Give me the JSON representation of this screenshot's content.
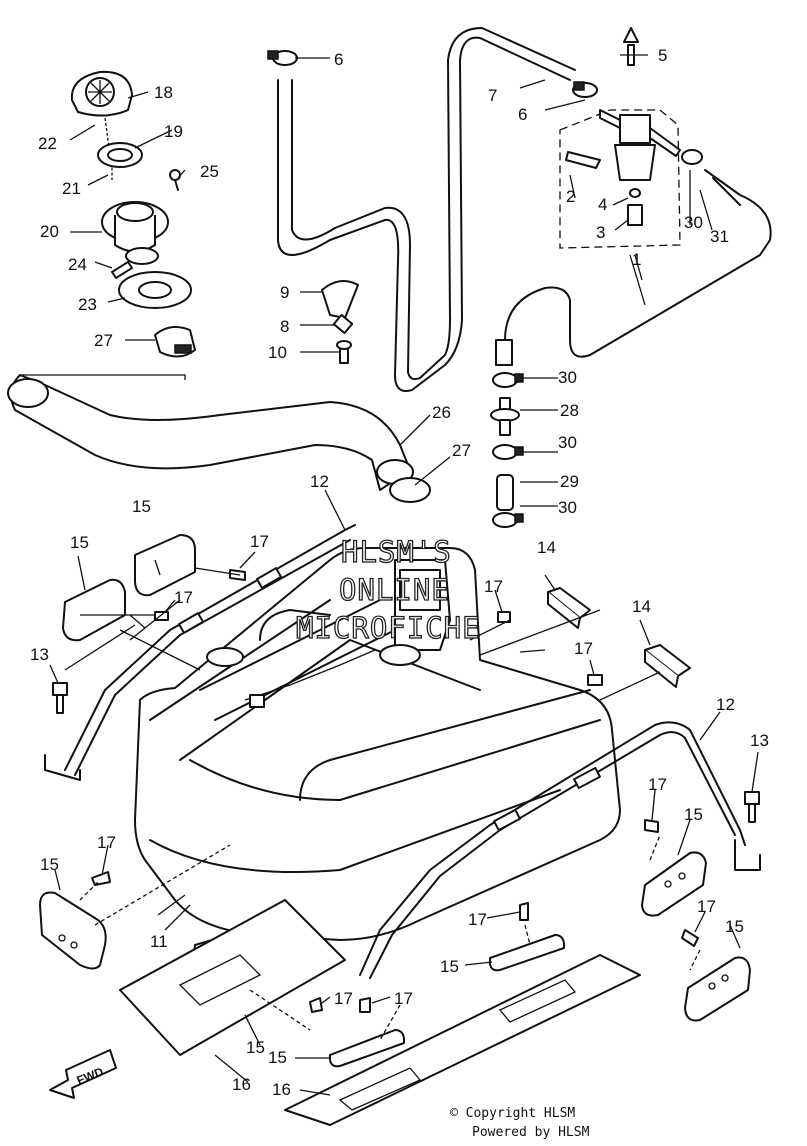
{
  "watermark": {
    "line1": "HLSM'S",
    "line2": "ONLINE",
    "line3": "MICROFICHE"
  },
  "footer": {
    "copyright": "© Copyright HLSM",
    "powered": "Powered by HLSM"
  },
  "fwd_label": "FWD",
  "callouts": [
    "1",
    "2",
    "3",
    "4",
    "5",
    "6",
    "6",
    "7",
    "8",
    "9",
    "10",
    "11",
    "12",
    "12",
    "13",
    "13",
    "14",
    "14",
    "15",
    "15",
    "15",
    "15",
    "15",
    "15",
    "15",
    "15",
    "16",
    "16",
    "17",
    "17",
    "17",
    "17",
    "17",
    "17",
    "17",
    "17",
    "17",
    "17",
    "18",
    "19",
    "20",
    "21",
    "22",
    "23",
    "24",
    "25",
    "26",
    "27",
    "27",
    "28",
    "29",
    "30",
    "30",
    "30",
    "30",
    "31"
  ]
}
